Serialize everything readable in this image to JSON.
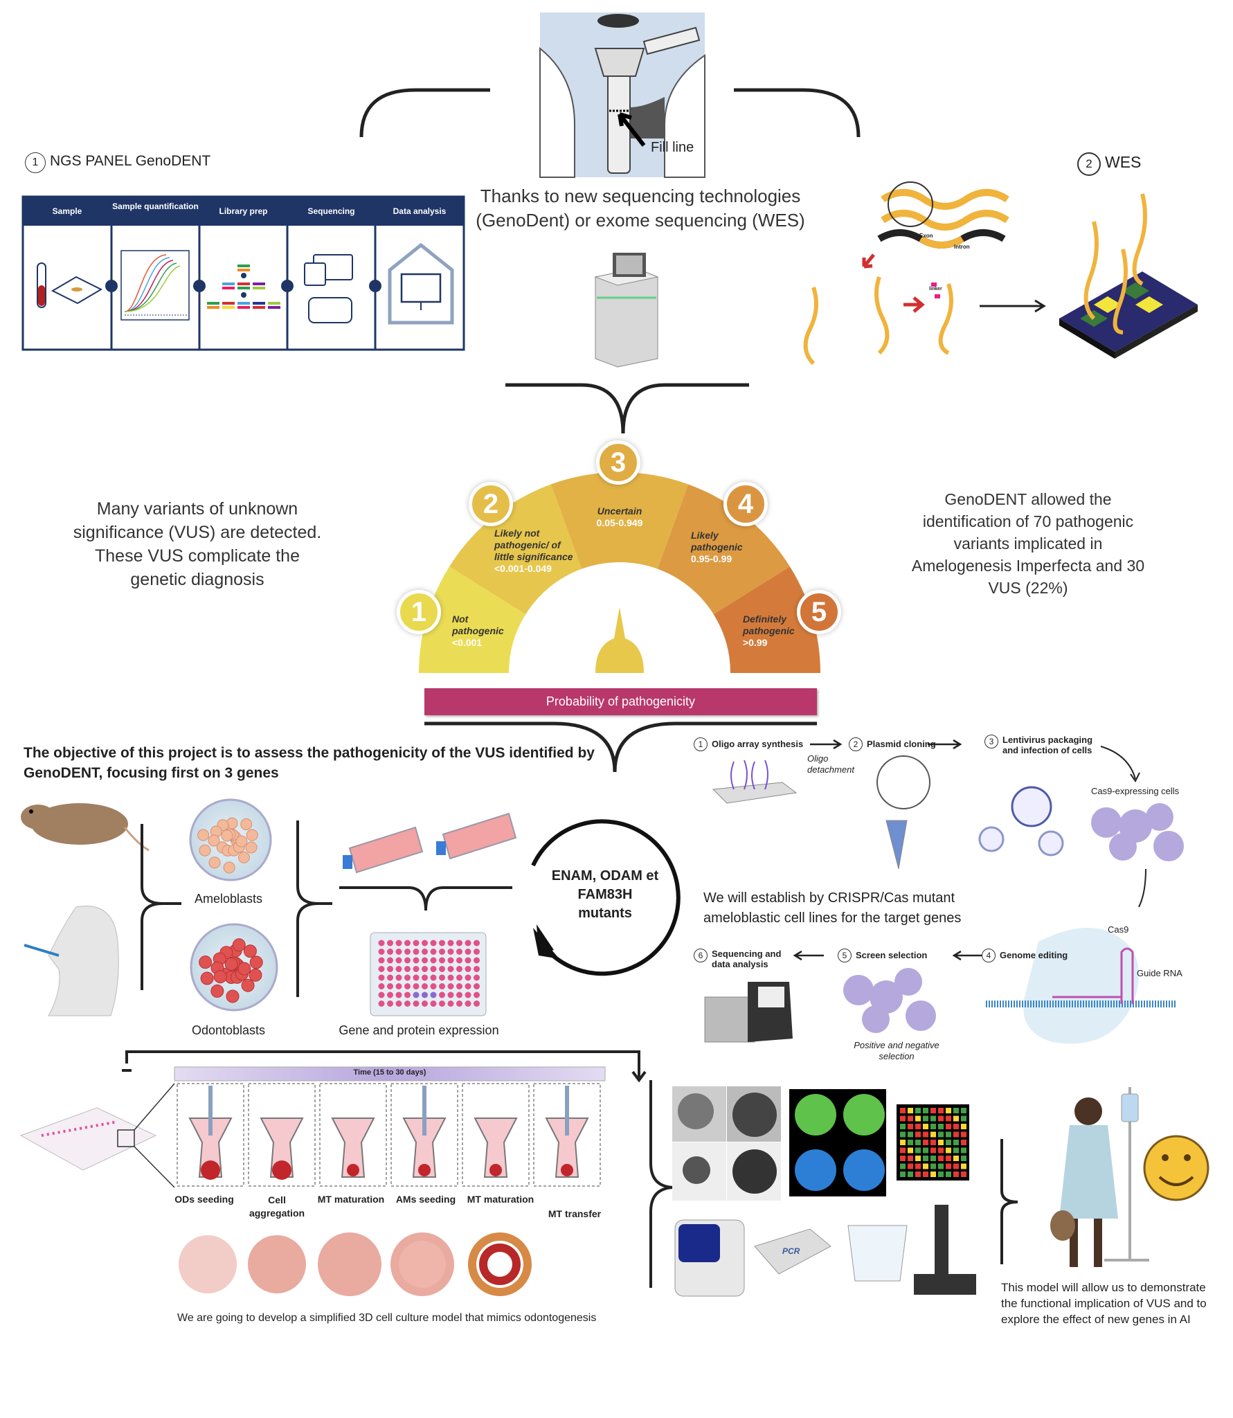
{
  "ngs": {
    "number": "1",
    "title": "NGS PANEL GenoDENT",
    "headers": [
      "Sample",
      "Sample quantification",
      "Library prep",
      "Sequencing",
      "Data analysis"
    ],
    "header_color": "#1f3566"
  },
  "swab": {
    "fill_line_label": "Fill line"
  },
  "intro_text": [
    "Thanks to new sequencing technologies",
    "(GenoDent) or exome sequencing (WES)"
  ],
  "wes": {
    "number": "2",
    "title": "WES",
    "exon_label": "Exon",
    "intron_label": "Intron",
    "linker_label": "linker"
  },
  "vus_text": [
    "Many variants of unknown",
    "significance (VUS) are detected.",
    "These VUS complicate the",
    "genetic diagnosis"
  ],
  "result_text": [
    "GenoDENT allowed the",
    "identification of 70 pathogenic",
    "variants implicated in",
    "Amelogenesis Imperfecta and 30",
    "VUS (22%)"
  ],
  "gauge": {
    "segments": [
      {
        "number": "1",
        "label": [
          "Not",
          "pathogenic"
        ],
        "range": "<0.001",
        "color": "#ebdc55"
      },
      {
        "number": "2",
        "label": [
          "Likely not",
          "pathogenic/ of",
          "little significance"
        ],
        "range": "<0.001-0.049",
        "color": "#e6c64d"
      },
      {
        "number": "3",
        "label": [
          "Uncertain"
        ],
        "range": "0.05-0.949",
        "color": "#e2b247"
      },
      {
        "number": "4",
        "label": [
          "Likely",
          "pathogenic"
        ],
        "range": "0.95-0.99",
        "color": "#dc9a42"
      },
      {
        "number": "5",
        "label": [
          "Definitely",
          "pathogenic"
        ],
        "range": ">0.99",
        "color": "#d47b3b"
      }
    ],
    "bar_label": "Probability of pathogenicity",
    "bar_color": "#b8386b"
  },
  "objective_text": [
    "The objective of this project is to assess the pathogenicity of the VUS identified by",
    "GenoDENT, focusing first on 3 genes"
  ],
  "cells": {
    "ameloblasts": "Ameloblasts",
    "odontoblasts": "Odontoblasts",
    "expression": "Gene and protein expression"
  },
  "mutants_text": [
    "ENAM, ODAM et",
    "FAM83H",
    "mutants"
  ],
  "crispr": {
    "steps": [
      {
        "number": "1",
        "label": "Oligo array synthesis"
      },
      {
        "number": "2",
        "label": "Plasmid cloning"
      },
      {
        "number": "3",
        "label": [
          "Lentivirus packaging",
          "and infection of cells"
        ]
      },
      {
        "number": "4",
        "label": "Genome editing"
      },
      {
        "number": "5",
        "label": "Screen selection"
      },
      {
        "number": "6",
        "label": [
          "Sequencing and",
          "data analysis"
        ]
      }
    ],
    "oligo_detachment": [
      "Oligo",
      "detachment"
    ],
    "cas9_cells": "Cas9-expressing cells",
    "cas9": "Cas9",
    "guide_rna": "Guide RNA",
    "selection": [
      "Positive and negative",
      "selection"
    ],
    "summary": [
      "We will establish by CRISPR/Cas mutant",
      "ameloblastic cell lines for the target genes"
    ]
  },
  "culture": {
    "time_label": "Time (15 to 30 days)",
    "stages": [
      "ODs seeding",
      "Cell aggregation",
      "MT maturation",
      "AMs seeding",
      "MT maturation",
      "MT transfer"
    ],
    "caption": "We are going to develop a simplified 3D cell culture model that mimics odontogenesis"
  },
  "outcome": {
    "pcr_label": "PCR",
    "caption": [
      "This model will allow us to demonstrate",
      "the functional implication of VUS and to",
      "explore the effect of new genes in AI"
    ]
  }
}
